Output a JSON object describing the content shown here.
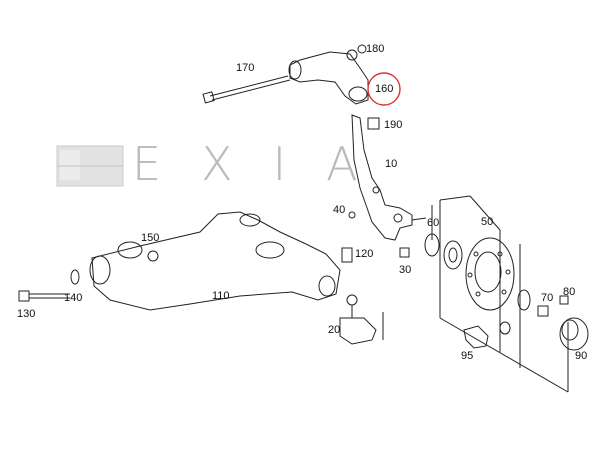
{
  "watermark": {
    "brand": "EXIA",
    "letters": "EXIA"
  },
  "labels": {
    "l170": "170",
    "l180": "180",
    "l160": "160",
    "l190": "190",
    "l10": "10",
    "l40": "40",
    "l50": "50",
    "l150": "150",
    "l60": "60",
    "l120": "120",
    "l30": "30",
    "l110": "110",
    "l130": "130",
    "l140": "140",
    "l20": "20",
    "l80": "80",
    "l70": "70",
    "l95": "95",
    "l90": "90"
  },
  "colors": {
    "line": "#222222",
    "highlight": "#e03030",
    "watermark": "#b9b9b9"
  }
}
